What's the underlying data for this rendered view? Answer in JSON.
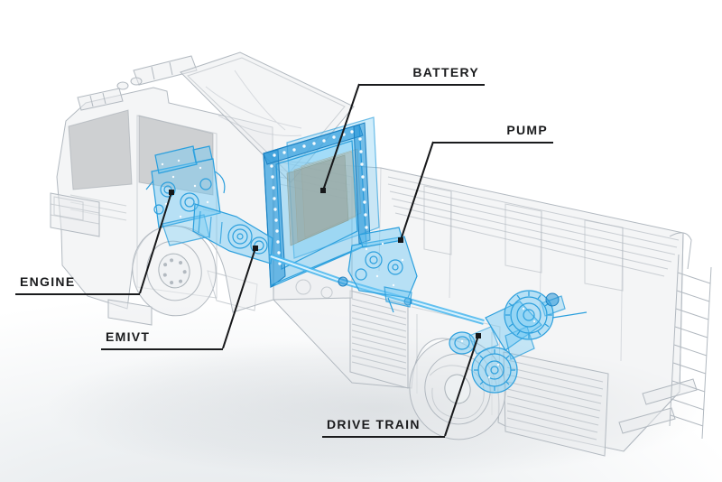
{
  "diagram": {
    "subject": "Cutaway illustration of an electric fire apparatus with highlighted powertrain components",
    "style": "ghosted x-ray truck rendering with blue highlighted parts and black callout leader lines",
    "colors": {
      "highlight_blue": "#4AB2E8",
      "highlight_blue_deep": "#1E8FD0",
      "ghost_gray": "#B2B9C0",
      "label_ink": "#1A1B1D",
      "background_top": "#FFFFFF",
      "background_floor": "#E2E5E8"
    },
    "callouts": [
      {
        "id": "battery",
        "label": "BATTERY"
      },
      {
        "id": "pump",
        "label": "PUMP"
      },
      {
        "id": "engine",
        "label": "ENGINE"
      },
      {
        "id": "emivt",
        "label": "EMIVT"
      },
      {
        "id": "drive_train",
        "label": "DRIVE TRAIN"
      }
    ]
  }
}
